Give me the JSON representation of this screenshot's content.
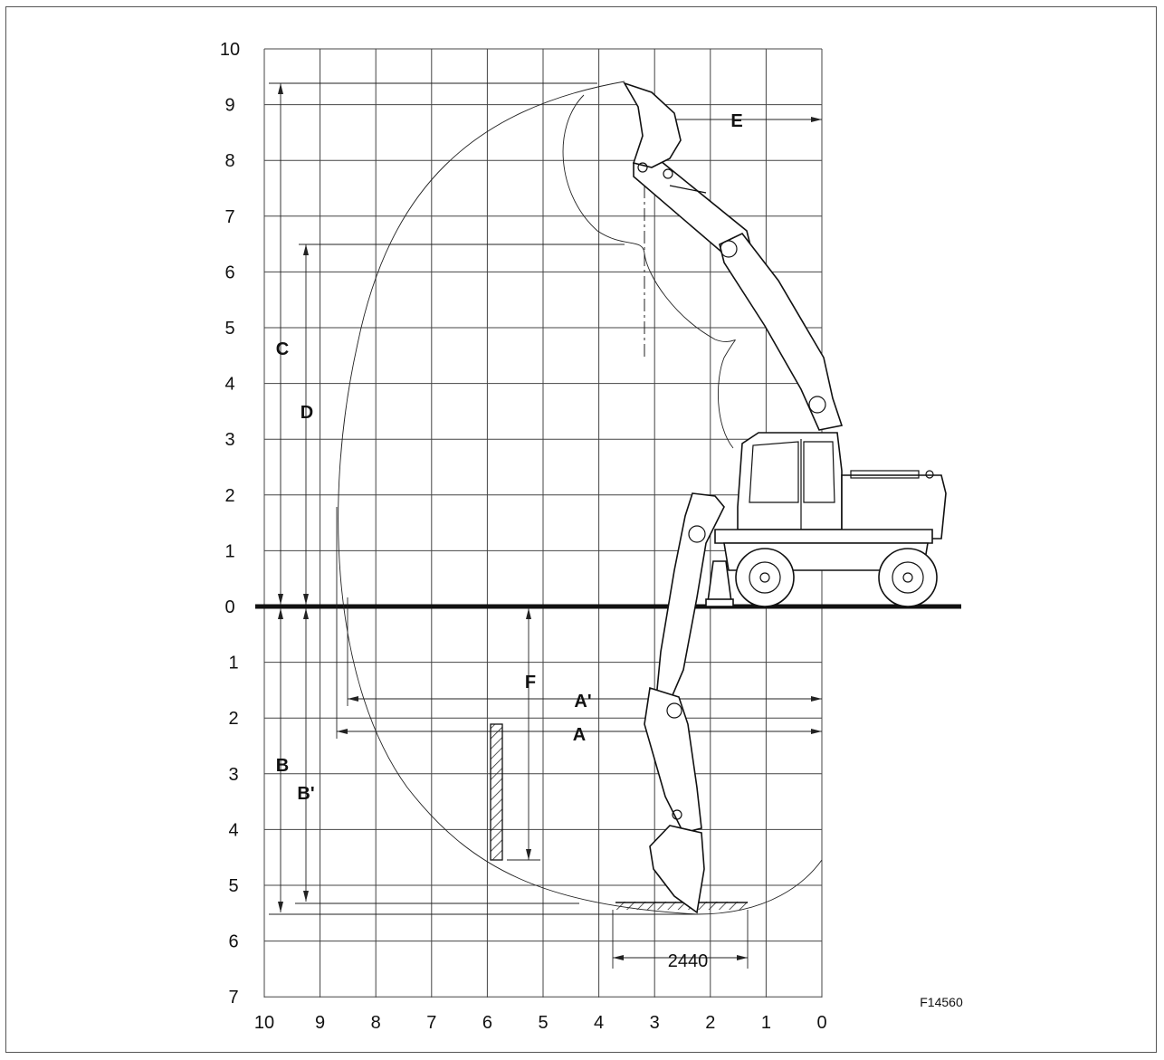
{
  "diagram": {
    "code": "F14560",
    "width_dimension": "2440",
    "dimension_labels": {
      "A": "A",
      "A_prime": "A'",
      "B": "B",
      "B_prime": "B'",
      "C": "C",
      "D": "D",
      "E": "E",
      "F": "F"
    },
    "y_ticks_upper": [
      "10",
      "9",
      "8",
      "7",
      "6",
      "5",
      "4",
      "3",
      "2",
      "1",
      "0"
    ],
    "y_ticks_lower": [
      "1",
      "2",
      "3",
      "4",
      "5",
      "6",
      "7"
    ],
    "x_ticks": [
      "10",
      "9",
      "8",
      "7",
      "6",
      "5",
      "4",
      "3",
      "2",
      "1",
      "0"
    ]
  }
}
